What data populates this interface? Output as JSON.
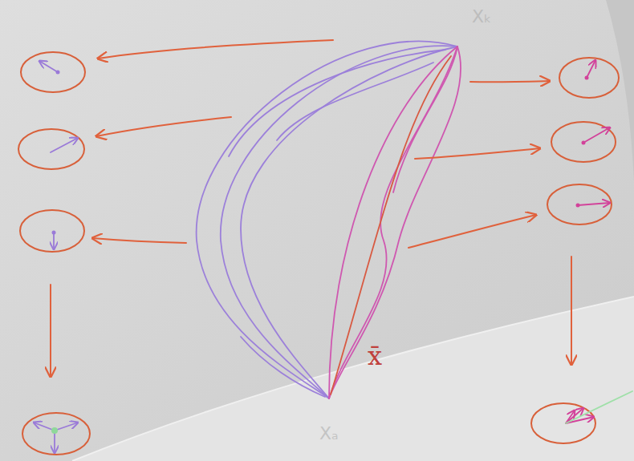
{
  "diagram": {
    "labels": [
      "x̄",
      "Xₖ",
      "Xₐ"
    ]
  }
}
